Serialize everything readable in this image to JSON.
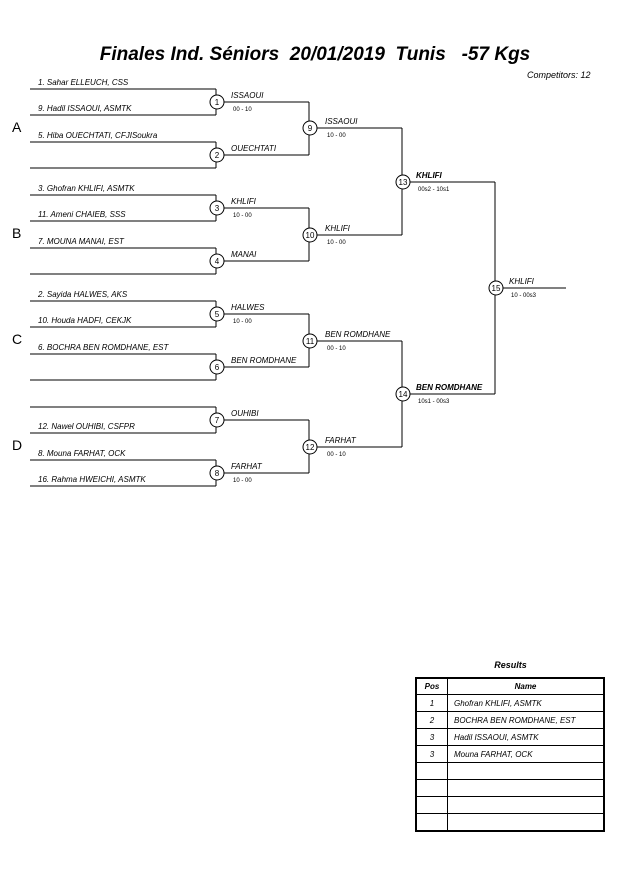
{
  "header": {
    "title": "Finales Ind. Séniors  20/01/2019  Tunis   -57 Kgs",
    "competitors": "Competitors: 12"
  },
  "pools": [
    "A",
    "B",
    "C",
    "D"
  ],
  "entrants": [
    "1. Sahar ELLEUCH, CSS",
    "9. Hadil ISSAOUI, ASMTK",
    "5. Hiba OUECHTATI, CFJISoukra",
    "",
    "3. Ghofran KHLIFI, ASMTK",
    "11. Ameni CHAIEB, SSS",
    "7. MOUNA MANAI, EST",
    "",
    "2. Sayida HALWES, AKS",
    "10. Houda HADFI, CEKJK",
    "6. BOCHRA BEN ROMDHANE, EST",
    "",
    "",
    "12. Nawel OUHIBI, CSFPR",
    "8. Mouna FARHAT, OCK",
    "16. Rahma HWEICHI, ASMTK"
  ],
  "matches": [
    {
      "no": "1",
      "winner": "ISSAOUI",
      "score": "00 - 10"
    },
    {
      "no": "2",
      "winner": "OUECHTATI",
      "score": ""
    },
    {
      "no": "3",
      "winner": "KHLIFI",
      "score": "10 - 00"
    },
    {
      "no": "4",
      "winner": "MANAI",
      "score": ""
    },
    {
      "no": "5",
      "winner": "HALWES",
      "score": "10 - 00"
    },
    {
      "no": "6",
      "winner": "BEN ROMDHANE",
      "score": ""
    },
    {
      "no": "7",
      "winner": "OUHIBI",
      "score": ""
    },
    {
      "no": "8",
      "winner": "FARHAT",
      "score": "10 - 00"
    },
    {
      "no": "9",
      "winner": "ISSAOUI",
      "score": "10 - 00"
    },
    {
      "no": "10",
      "winner": "KHLIFI",
      "score": "10 - 00"
    },
    {
      "no": "11",
      "winner": "BEN ROMDHANE",
      "score": "00 - 10"
    },
    {
      "no": "12",
      "winner": "FARHAT",
      "score": "00 - 10"
    },
    {
      "no": "13",
      "winner": "KHLIFI",
      "score": "00s2 - 10s1"
    },
    {
      "no": "14",
      "winner": "BEN ROMDHANE",
      "score": "10s1 - 00s3"
    },
    {
      "no": "15",
      "winner": "KHLIFI",
      "score": "10 - 00s3"
    }
  ],
  "results": {
    "title": "Results",
    "headers": {
      "pos": "Pos",
      "name": "Name"
    },
    "rows": [
      {
        "pos": "1",
        "name": "Ghofran KHLIFI, ASMTK"
      },
      {
        "pos": "2",
        "name": "BOCHRA BEN ROMDHANE, EST"
      },
      {
        "pos": "3",
        "name": "Hadil ISSAOUI, ASMTK"
      },
      {
        "pos": "3",
        "name": "Mouna FARHAT, OCK"
      },
      {
        "pos": "",
        "name": ""
      },
      {
        "pos": "",
        "name": ""
      },
      {
        "pos": "",
        "name": ""
      },
      {
        "pos": "",
        "name": ""
      }
    ]
  }
}
